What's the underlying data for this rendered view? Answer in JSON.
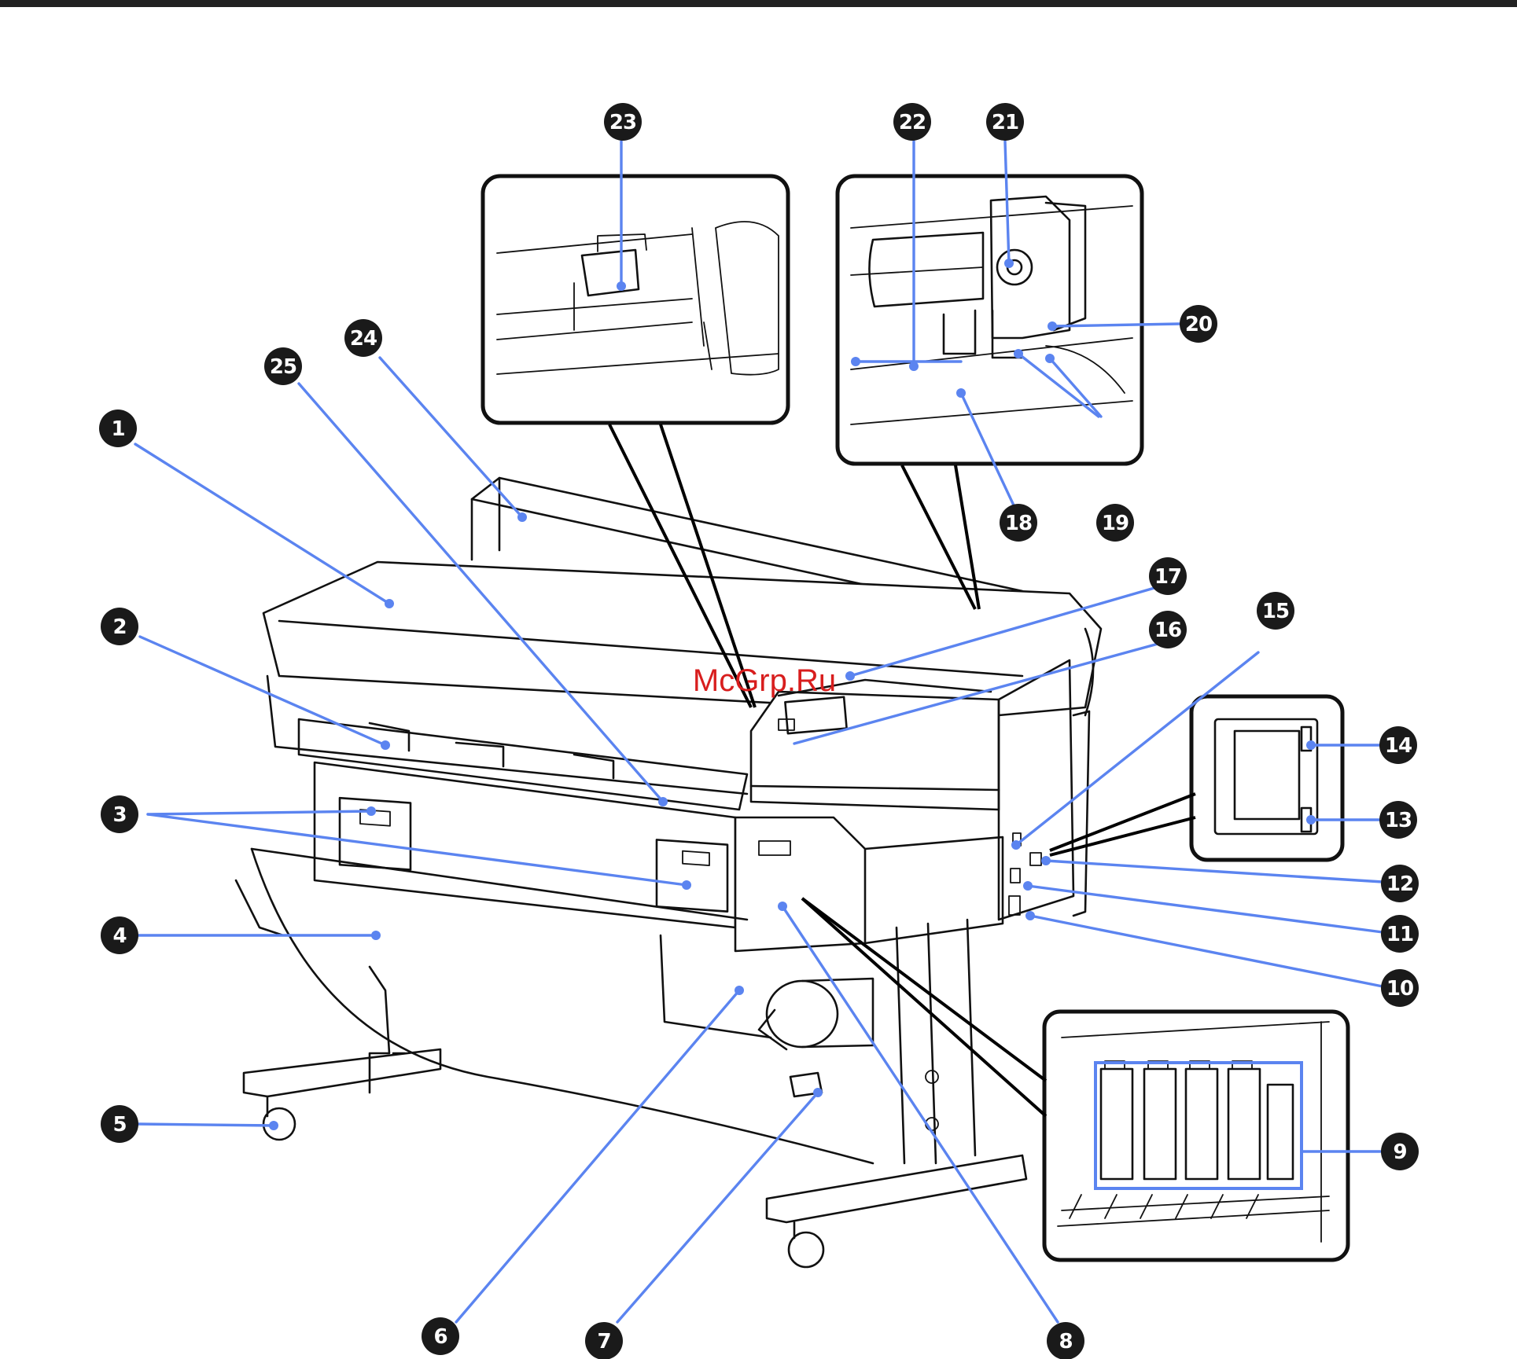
{
  "watermark": "McGrp.Ru",
  "colors": {
    "header_bar": "#222222",
    "leader_line": "#5b84f0",
    "callout_fill": "#1a1a1a",
    "watermark": "#d81e1e"
  },
  "callouts": {
    "c1": "1",
    "c2": "2",
    "c3": "3",
    "c4": "4",
    "c5": "5",
    "c6": "6",
    "c7": "7",
    "c8": "8",
    "c9": "9",
    "c10": "10",
    "c11": "11",
    "c12": "12",
    "c13": "13",
    "c14": "14",
    "c15": "15",
    "c16": "16",
    "c17": "17",
    "c18": "18",
    "c19": "19",
    "c20": "20",
    "c21": "21",
    "c22": "22",
    "c23": "23",
    "c24": "24",
    "c25": "25"
  }
}
